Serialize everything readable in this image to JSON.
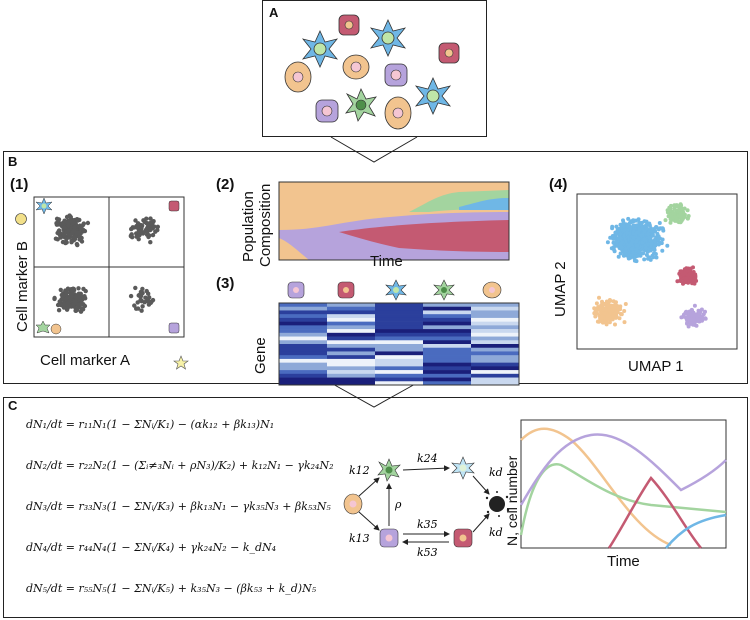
{
  "panels": {
    "a_label": "A",
    "b_label": "B",
    "c_label": "C"
  },
  "sub_labels": {
    "s1": "(1)",
    "s2": "(2)",
    "s3": "(3)",
    "s4": "(4)"
  },
  "scatter_gating": {
    "xlabel": "Cell marker A",
    "ylabel": "Cell marker B"
  },
  "composition": {
    "ylabel_line1": "Population",
    "ylabel_line2": "Composition",
    "xlabel": "Time"
  },
  "heatmap": {
    "ylabel": "Gene"
  },
  "umap": {
    "xlabel": "UMAP 1",
    "ylabel": "UMAP 2"
  },
  "network": {
    "k12": "k12",
    "k13": "k13",
    "k24": "k24",
    "k35": "k35",
    "k53": "k53",
    "kd_top": "kd",
    "kd_bottom": "kd",
    "rho": "ρ"
  },
  "timecourse": {
    "ylabel": "N, cell number",
    "xlabel": "Time"
  },
  "equations": {
    "eq1": "dN₁/dt = r₁₁N₁(1 − ΣNᵢ/K₁) − (αk₁₂ + βk₁₃)N₁",
    "eq2": "dN₂/dt = r₂₂N₂(1 − (Σᵢ≠₃Nᵢ + ρN₃)/K₂) + k₁₂N₁ − γk₂₄N₂",
    "eq3": "dN₃/dt = r₃₃N₃(1 − ΣNᵢ/K₃) + βk₁₃N₁ − γk₃₅N₃ + βk₅₃N₅",
    "eq4": "dN₄/dt = r₄₄N₄(1 − ΣNᵢ/K₄) + γk₂₄N₂ − k_dN₄",
    "eq5": "dN₅/dt = r₅₅N₅(1 − ΣNᵢ/K₅) + k₃₅N₃ − (βk₅₃ + k_d)N₅"
  },
  "colors": {
    "orange": "#f2c48f",
    "blue": "#6fb7e6",
    "green": "#a3d49f",
    "purple": "#b6a3dc",
    "red": "#c45a72",
    "gray": "#5a5a5a",
    "heat_dark": "#1a1f7a"
  }
}
